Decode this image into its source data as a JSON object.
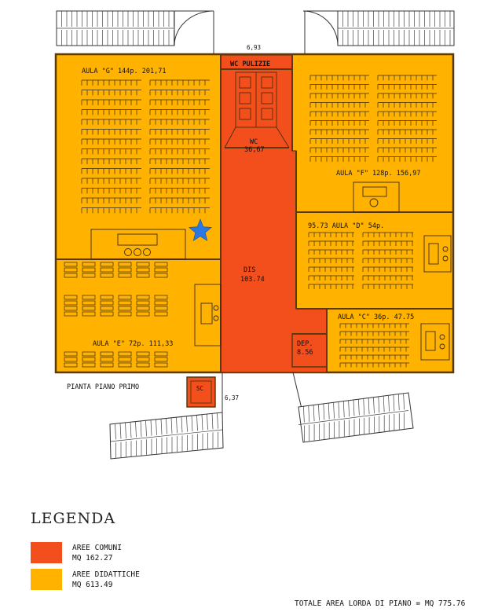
{
  "colors": {
    "comuni": "#f24f1c",
    "didattiche": "#ffb300",
    "wall": "#5a3a10",
    "star": "#2a78e4"
  },
  "plan": {
    "caption": "PIANTA PIANO PRIMO",
    "rooms": {
      "aula_g": "AULA \"G\" 144p. 201,71",
      "aula_f": "AULA \"F\" 128p. 156,97",
      "aula_d": "95.73 AULA \"D\" 54p.",
      "aula_c": "AULA \"C\" 36p. 47.75",
      "aula_e": "AULA \"E\" 72p. 111,33",
      "wc_pulizie": "WC PULIZIE",
      "wc_name": "WC",
      "wc_area": "36,67",
      "dis_name": "DIS",
      "dis_area": "103.74",
      "dep_name": "DEP.",
      "dep_area": "8.56",
      "sc_name": "SC",
      "dim_top": "6,93",
      "dim_sc": "6,37"
    },
    "marker_icon": "star-icon"
  },
  "legend": {
    "title": "LEGENDA",
    "items": [
      {
        "label": "AREE COMUNI",
        "value": "MQ 162.27"
      },
      {
        "label": "AREE DIDATTICHE",
        "value": "MQ 613.49"
      }
    ]
  },
  "total": "TOTALE AREA LORDA DI PIANO = MQ 775.76"
}
